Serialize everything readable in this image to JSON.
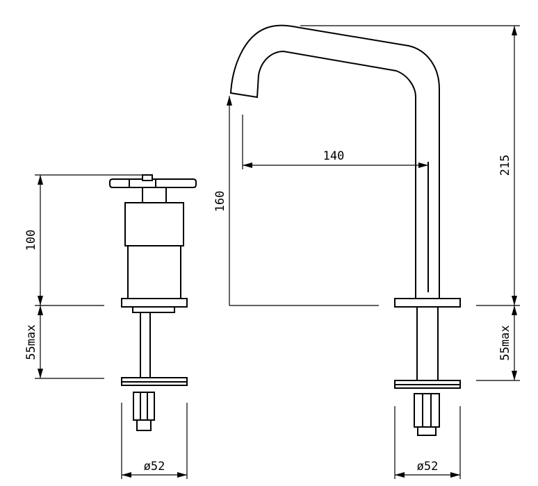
{
  "dimensions": {
    "handle_height": "100",
    "handle_mount_depth": "55max",
    "handle_diameter": "ø52",
    "spout_reach": "140",
    "spout_outlet_height": "160",
    "spout_total_height": "215",
    "spout_mount_depth": "55max",
    "spout_diameter": "ø52"
  }
}
